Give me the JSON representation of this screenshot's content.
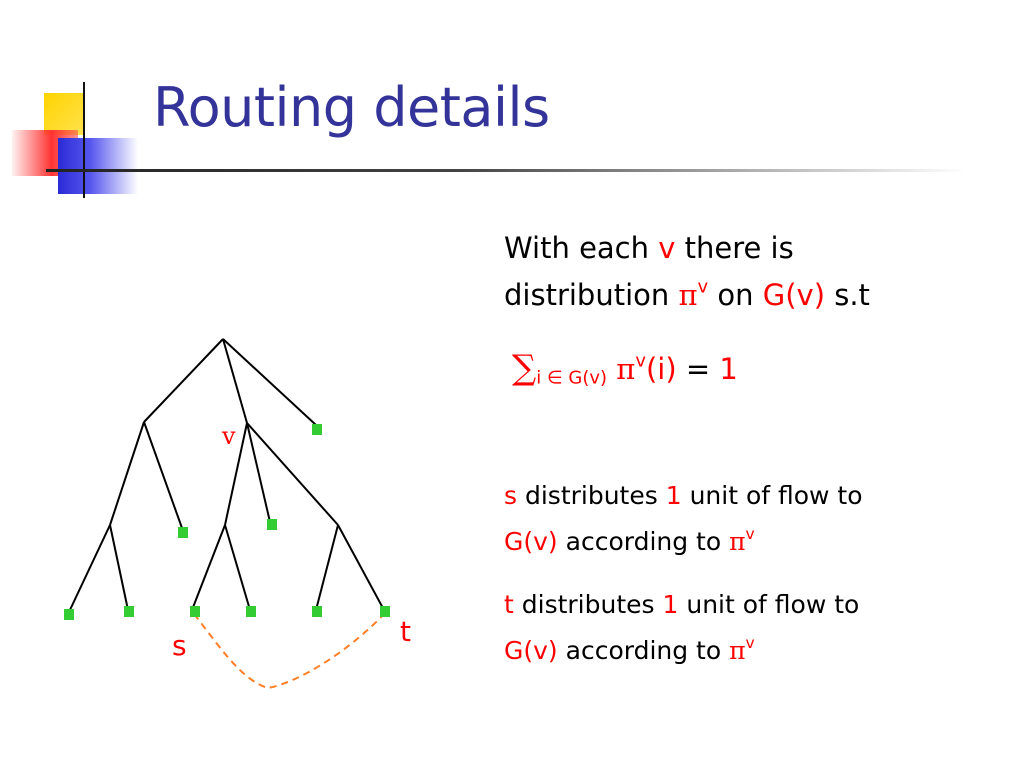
{
  "slide": {
    "title": "Routing details"
  },
  "colors": {
    "title": "#333399",
    "highlight": "#ff0000",
    "leaf": "#33cc33",
    "path": "#ff7f27"
  },
  "diagram": {
    "label_v": "v",
    "label_s": "s",
    "label_t": "t"
  },
  "text": {
    "line1_a": "With each ",
    "line1_v": "v",
    "line1_b": " there is",
    "line2_a": "distribution ",
    "line2_pi": "π",
    "line2_sup": "v",
    "line2_on": " on ",
    "line2_gv": "G(v)",
    "line2_st": " s.t",
    "sum_sym": "∑",
    "sum_sub": "i ∈ G(v)",
    "sum_pi": "π",
    "sum_sup": "v",
    "sum_i": "(i)",
    "sum_eq": " = ",
    "sum_one": "1",
    "s_para": {
      "who": "s",
      "a": " distributes ",
      "one": "1",
      "b": " unit of flow to",
      "gv": "G(v)",
      "c": " according to ",
      "pi": "π",
      "sup": "v"
    },
    "t_para": {
      "who": "t",
      "a": " distributes ",
      "one": "1",
      "b": " unit of flow to",
      "gv": "G(v)",
      "c": " according to ",
      "pi": "π",
      "sup": "v"
    }
  }
}
